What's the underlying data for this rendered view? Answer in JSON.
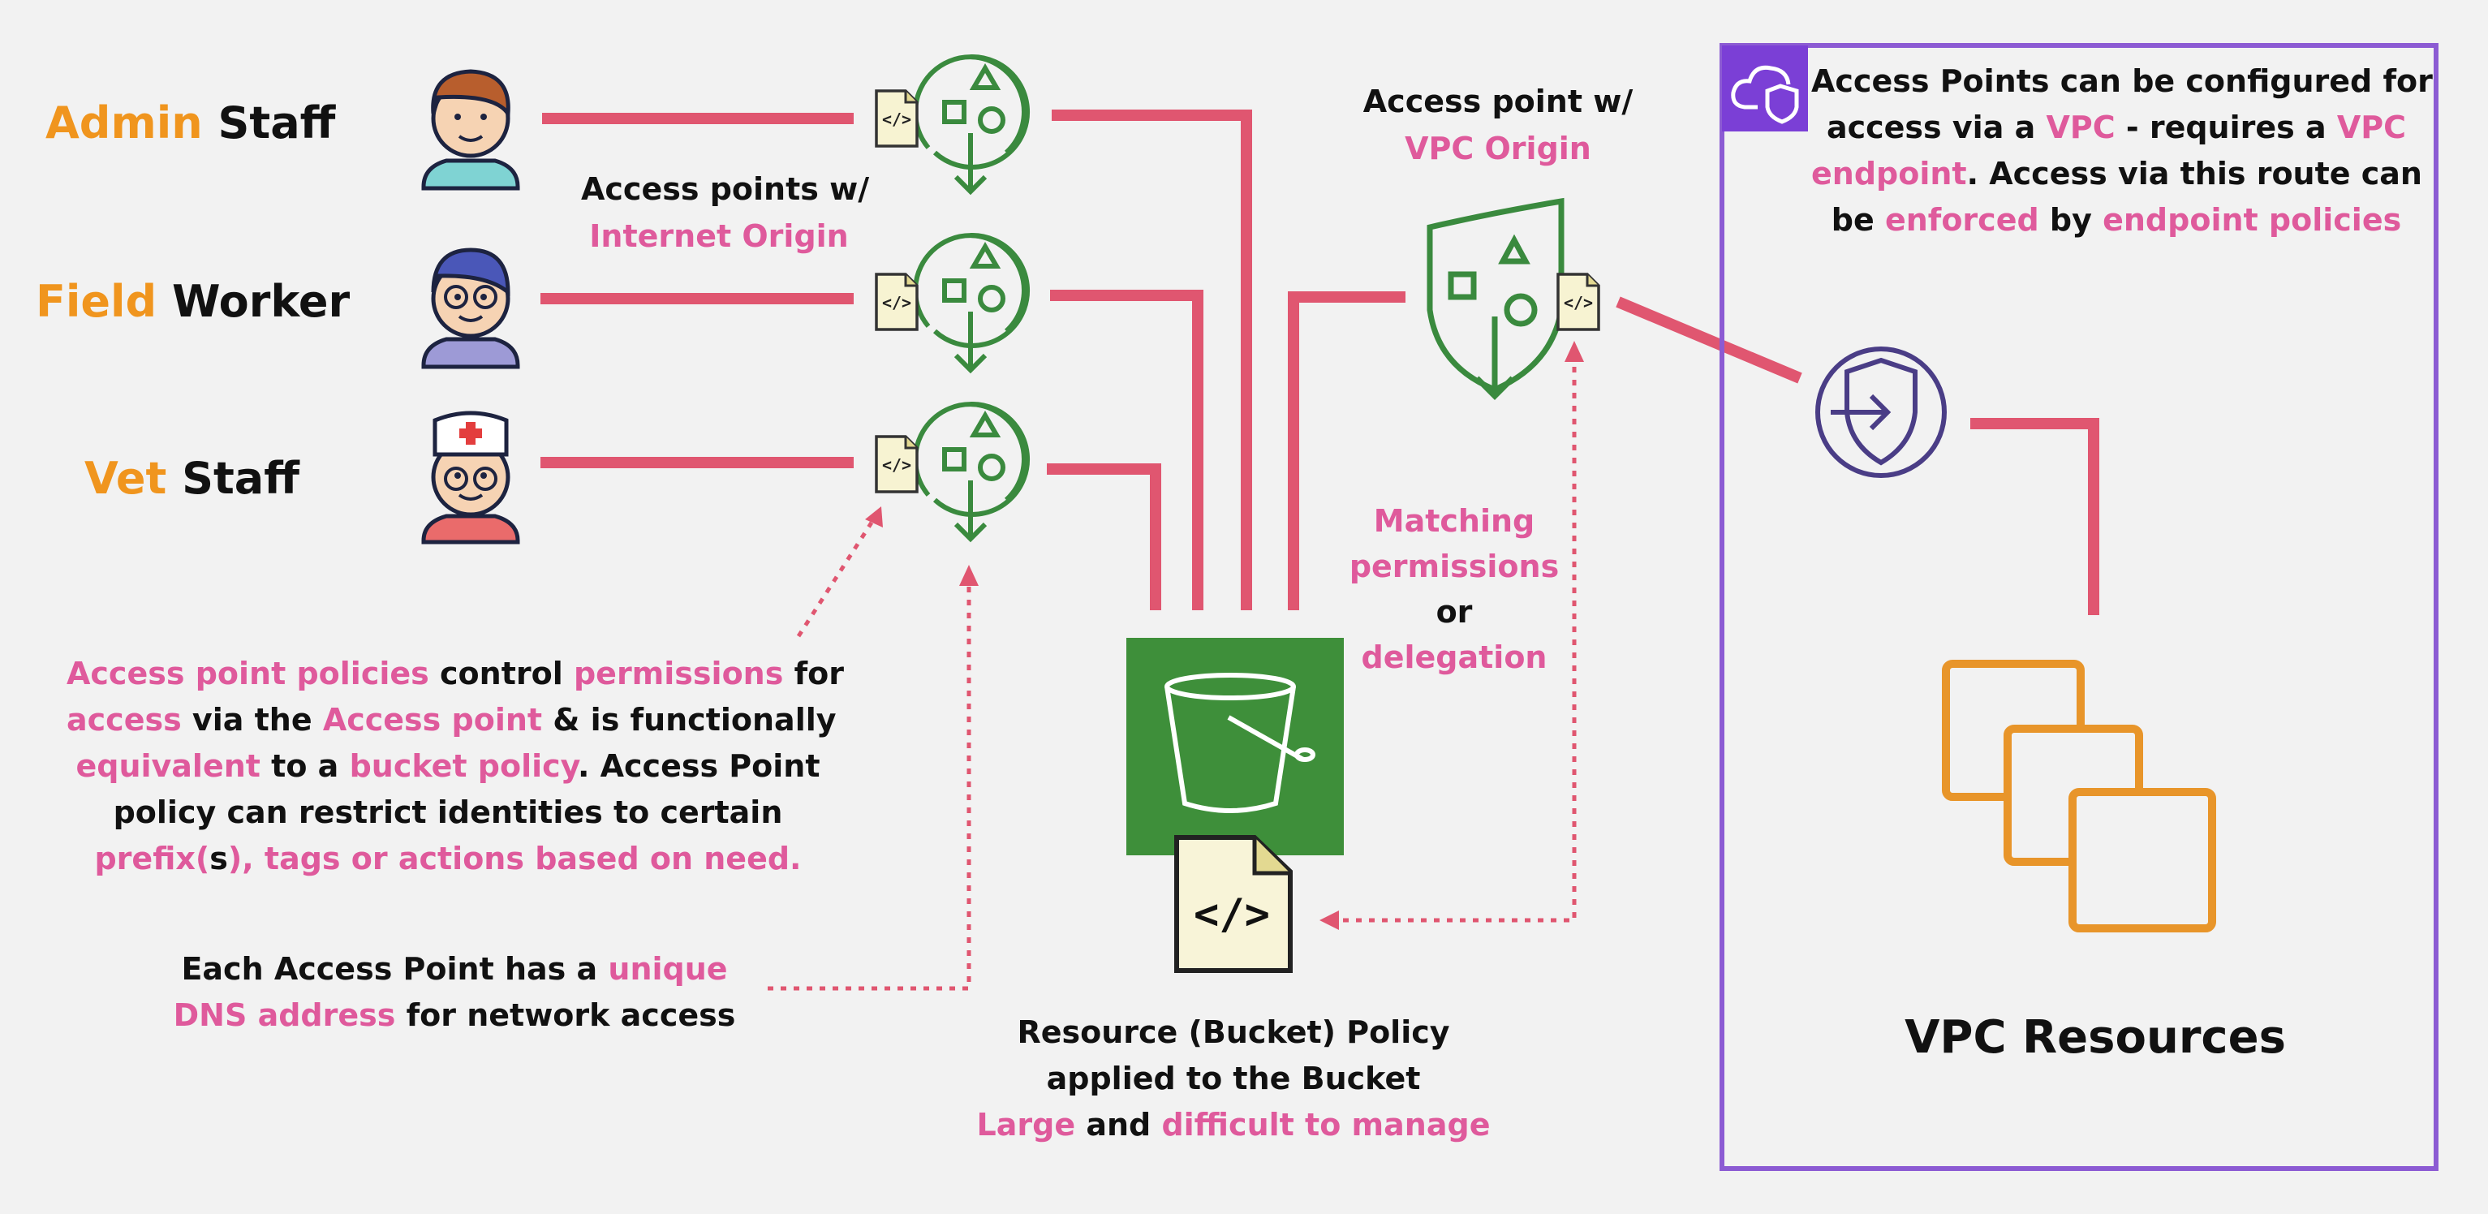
{
  "colors": {
    "accent_orange": "#f0951e",
    "accent_pink": "#df5a9c",
    "connector_red": "#e05670",
    "icon_green": "#3a8a3e",
    "bucket_green": "#3e8f3a",
    "vpc_purple": "#8c5bd3",
    "vpc_resource_orange": "#e8952a"
  },
  "users": [
    {
      "role": "Admin",
      "title": "Staff",
      "icon": "user-admin-icon"
    },
    {
      "role": "Field",
      "title": "Worker",
      "icon": "user-field-worker-icon"
    },
    {
      "role": "Vet",
      "title": "Staff",
      "icon": "user-vet-icon"
    }
  ],
  "internet_ap": {
    "line1": "Access points w/",
    "line2": "Internet Origin"
  },
  "vpc_ap": {
    "line1": "Access point w/",
    "line2": "VPC Origin"
  },
  "matching": {
    "l1": "Matching",
    "l2": "permissions",
    "l3": "or",
    "l4": "delegation"
  },
  "policy_note": {
    "l1a": "Access point policies",
    "l1b": " control ",
    "l1c": "permissions",
    "l1d": " for",
    "l2a": "access",
    "l2b": " via the ",
    "l2c": "Access point",
    "l2d": " & is functionally",
    "l3a": "equivalent",
    "l3b": " to a ",
    "l3c": "bucket policy",
    "l3d": ". Access Point",
    "l4": "policy can restrict identities to certain",
    "l5a": "prefix(",
    "l5b": "s",
    "l5c": "), tags or actions based on need."
  },
  "dns_note": {
    "l1a": "Each Access Point has a ",
    "l1b": "unique",
    "l2a": "DNS address",
    "l2b": " for network access"
  },
  "bucket_note": {
    "l1": "Resource (Bucket) Policy",
    "l2": "applied to the Bucket",
    "l3a": "Large",
    "l3b": " and ",
    "l3c": "difficult to manage"
  },
  "vpc_note": {
    "l1": "Access Points can be configured for",
    "l2a": "access via a ",
    "l2b": "VPC",
    "l2c": " - requires a ",
    "l2d": "VPC",
    "l3a": "endpoint",
    "l3b": ". Access via this route can",
    "l4a": "be ",
    "l4b": "enforced",
    "l4c": " by ",
    "l4d": "endpoint policies"
  },
  "vpc_resources_label": "VPC Resources"
}
